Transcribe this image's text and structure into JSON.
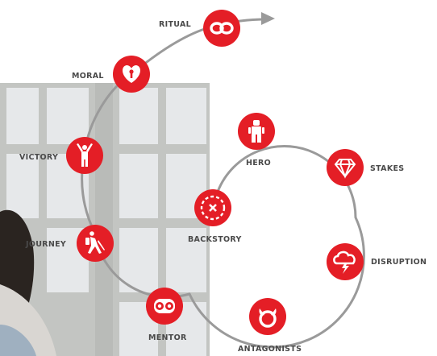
{
  "colors": {
    "accent": "#e41e26",
    "arc": "#9a9a9a",
    "label": "#4a4a4a"
  },
  "nodes": [
    {
      "id": "ritual",
      "label": "RITUAL",
      "icon": "infinity-icon"
    },
    {
      "id": "moral",
      "label": "MORAL",
      "icon": "heart-keyhole-icon"
    },
    {
      "id": "victory",
      "label": "VICTORY",
      "icon": "person-arms-raised-icon"
    },
    {
      "id": "journey",
      "label": "JOURNEY",
      "icon": "hiker-icon"
    },
    {
      "id": "mentor",
      "label": "MENTOR",
      "icon": "owl-eyes-icon"
    },
    {
      "id": "antagonists",
      "label": "ANTAGONISTS",
      "icon": "devil-horns-icon"
    },
    {
      "id": "disruption",
      "label": "DISRUPTION",
      "icon": "storm-cloud-lightning-icon"
    },
    {
      "id": "stakes",
      "label": "STAKES",
      "icon": "diamond-icon"
    },
    {
      "id": "hero",
      "label": "HERO",
      "icon": "figure-icon"
    },
    {
      "id": "backstory",
      "label": "BACKSTORY",
      "icon": "treasure-map-icon"
    }
  ]
}
